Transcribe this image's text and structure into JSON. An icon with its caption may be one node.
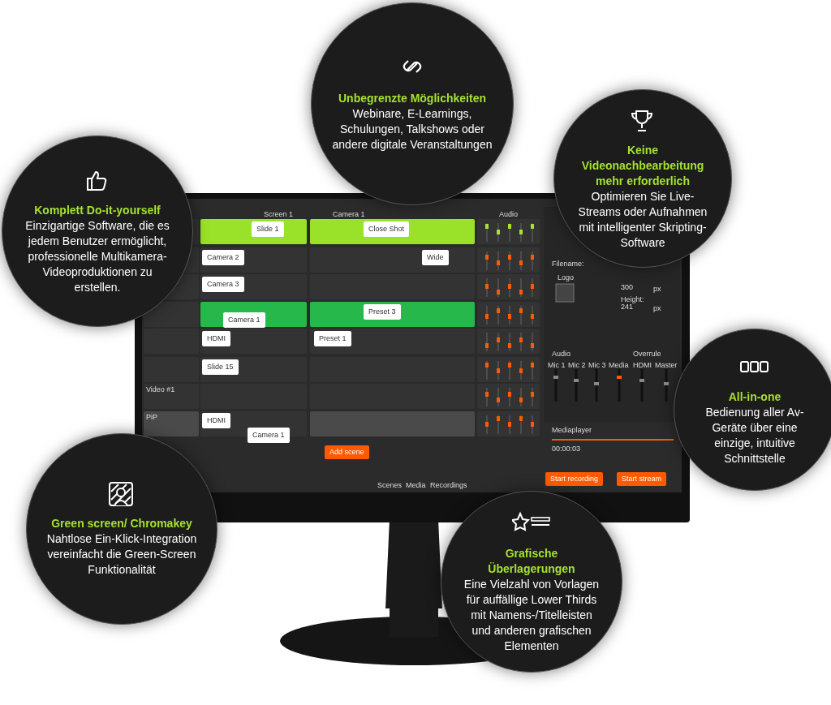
{
  "diagram": {
    "nodes": [
      {
        "text": [
          "Unbegrenzte Möglichkeiten",
          "Webinare, E-Learnings, Schulungen, Talkshows oder andere digitale Veranstaltungen"
        ]
      },
      {
        "text": [
          "Komplett Do-it-yourself",
          "Einzigartige Software, die es jedem Benutzer ermöglicht, professionelle Multikamera-Videoproduktionen zu erstellen."
        ]
      },
      {
        "text": [
          "Keine Videonachbearbeitung mehr erforderlich",
          "Optimieren Sie Live-Streams oder Aufnahmen mit intelligenter Skripting-Software"
        ]
      },
      {
        "text": [
          "All-in-one",
          "Bedienung aller Av-Geräte über eine einzige, intuitive Schnittstelle"
        ]
      },
      {
        "text": [
          "Green screen/ Chromakey",
          "Nahtlose Ein-Klick-Integration vereinfacht die Green-Screen Funktionalität"
        ]
      },
      {
        "text": [
          "Grafische Überlagerungen",
          "Eine Vielzahl von Vorlagen für auffällige Lower Thirds mit Namens-/Titelleisten und anderen grafischen Elementen"
        ]
      }
    ],
    "labels": [
      "Screen 1",
      "Camera 1",
      "Audio",
      "Slide 1",
      "Close Shot",
      "Camera 2",
      "Wide",
      "Camera 3",
      "Preset 3",
      "Camera 1",
      "HDMI",
      "Preset 1",
      "Slide 15",
      "Video #1",
      "PiP",
      "HDMI",
      "Camera 1",
      "Add scene",
      "Scenes",
      "Media",
      "Recordings",
      "Filename:",
      "Logo",
      "300",
      "px",
      "Height:",
      "241",
      "px",
      "Audio",
      "Overrule",
      "Mic 1",
      "Mic 2",
      "Mic 3",
      "Media",
      "HDMI",
      "Master",
      "Mediaplayer",
      "00:00:03",
      "Start recording",
      "Start stream"
    ]
  }
}
